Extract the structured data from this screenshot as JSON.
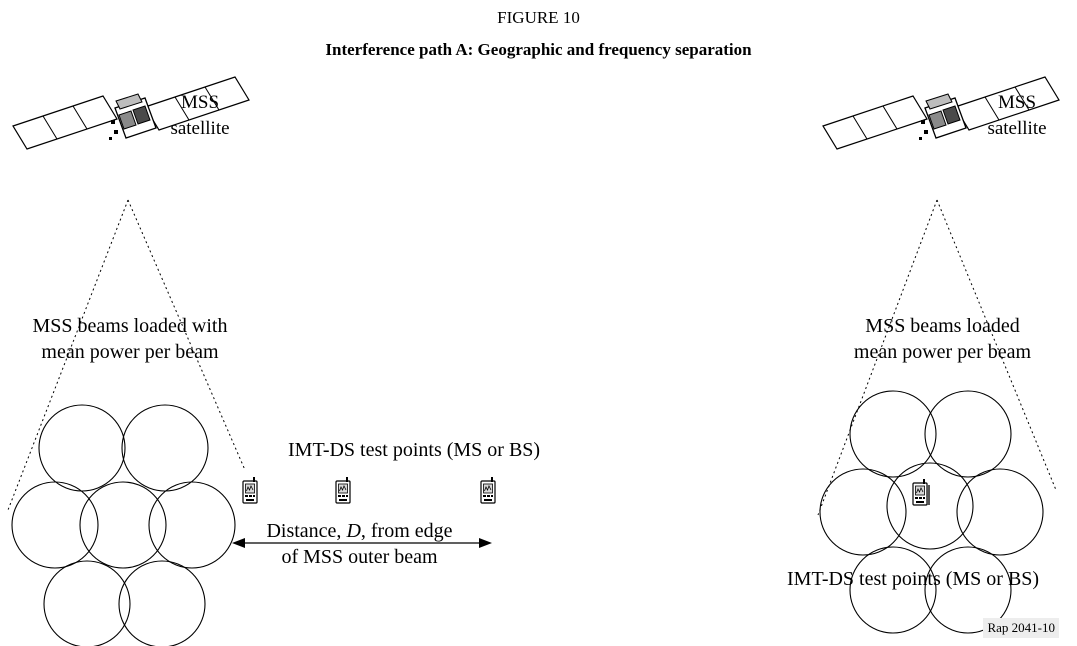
{
  "figure": {
    "label": "FIGURE 10",
    "title": "Interference path A: Geographic and frequency separation",
    "reference": "Rap 2041-10"
  },
  "left_panel": {
    "satellite_label_line1": "MSS",
    "satellite_label_line2": "satellite",
    "beam_label_line1": "MSS beams loaded with",
    "beam_label_line2": "mean power per beam",
    "test_points_label": "IMT-DS test points (MS or BS)",
    "distance_line1_prefix": "Distance, ",
    "distance_symbol": "D",
    "distance_line1_suffix": ", from edge",
    "distance_line2": "of MSS outer beam"
  },
  "right_panel": {
    "satellite_label_line1": "MSS",
    "satellite_label_line2": "satellite",
    "beam_label_line1": "MSS beams loaded",
    "beam_label_line2": "mean power per beam",
    "test_points_label": "IMT-DS test points (MS or BS)"
  }
}
